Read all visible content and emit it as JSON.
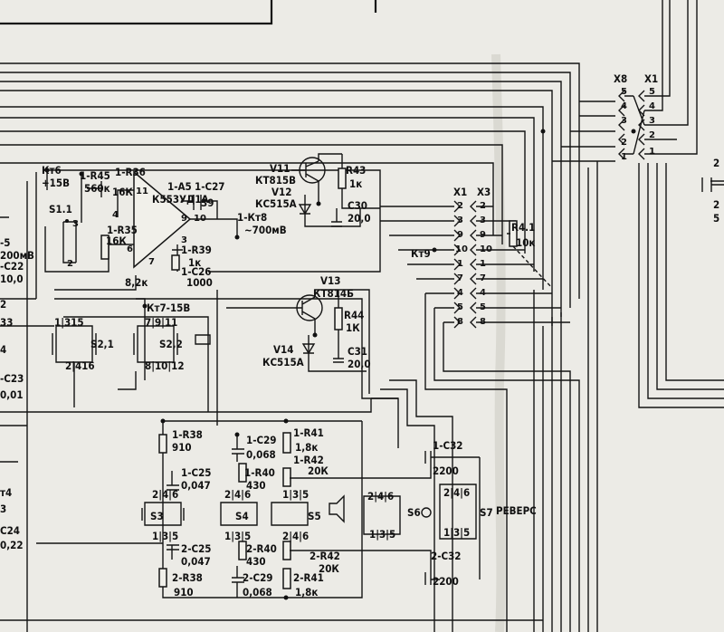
{
  "connectors": {
    "x8": "X8",
    "x1_right": "X1",
    "x1_center": "X1",
    "x3": "X3"
  },
  "pins": {
    "x8": [
      "5",
      "4",
      "3",
      "2",
      "1"
    ],
    "x1r": [
      "5",
      "4",
      "3",
      "2",
      "1"
    ],
    "x1c": [
      "2",
      "3",
      "9",
      "10",
      "1",
      "7",
      "4",
      "5",
      "8"
    ],
    "x3": [
      "2",
      "3",
      "9",
      "10",
      "1",
      "7",
      "4",
      "5",
      "8"
    ],
    "op": [
      "3",
      "4",
      "11",
      "9",
      "10",
      "3",
      "6",
      "7",
      "2"
    ]
  },
  "labels": {
    "kt6": "Кт6",
    "kt6_v": "+15В",
    "r45": "1-R45",
    "r45_val": "560к",
    "r36": "1-R36",
    "r36_val": "16К",
    "a5": "1-А5",
    "a5_part": "К553УД1А",
    "c27": "1-С27",
    "c27_val": "39",
    "s1_1": "S1.1",
    "r35": "1-R35",
    "r35_val": "16К",
    "kt8": "1-Кт8",
    "kt8_v": "~700мВ",
    "r39": "1-R39",
    "r39_val": "1к",
    "c26": "1-С26",
    "c26_val": "1000",
    "r37_val": "8,2к",
    "kt7": "Кт7-15В",
    "v11": "V11",
    "v11_part": "КТ815В",
    "v12": "V12",
    "v12_part": "КС515А",
    "r43": "R43",
    "r43_val": "1к",
    "c30": "С30",
    "c30_val": "20,0",
    "v13": "V13",
    "v13_part": "КТ814Б",
    "r44": "R44",
    "r44_val": "1К",
    "v14": "V14",
    "v14_part": "КС515А",
    "c31": "С31",
    "c31_val": "20,0",
    "kt9": "Кт9",
    "r41_top": "R4.1",
    "r41_top_val": "10к",
    "s2a_pins": "1|315",
    "s2_1": "S2,1",
    "s2b_pins": "2|416",
    "s2c_pins": "7|9|11",
    "s2_2": "S2,2",
    "s2d_pins": "8|10|12",
    "r38a": "1-R38",
    "r38a_val": "910",
    "c29a": "1-С29",
    "c29a_val": "0,068",
    "r41a": "1-R41",
    "r41a_val": "1,8к",
    "r42a": "1-R42",
    "r42a_val": "20К",
    "c25a": "1-С25",
    "c25a_val": "0,047",
    "r40a": "1-R40",
    "r40a_val": "430",
    "s3_pins": "2|4|6",
    "s4_pins": "2|4|6",
    "s5_pins": "1|3|5",
    "s3": "S3",
    "s4": "S4",
    "s5": "S5",
    "s3_pins_b": "1|3|5",
    "s4_pins_b": "1|3|5",
    "s5_pins_b": "2|4|6",
    "c25b": "2-С25",
    "c25b_val": "0,047",
    "r40b": "2-R40",
    "r40b_val": "430",
    "r42b": "2-R42",
    "r42b_val": "20К",
    "r38b": "2-R38",
    "r38b_val": "910",
    "c29b": "2-С29",
    "c29b_val": "0,068",
    "r41b": "2-R41",
    "r41b_val": "1,8к",
    "c32a": "1-С32",
    "c32a_val": "2200",
    "c32b": "2-С32",
    "c32b_val": "2200",
    "s6_pins": "2|4|6",
    "s6": "S6",
    "s6_pins_b": "1|3|5",
    "s7_pins": "2|4|6",
    "s7": "S7",
    "s7_pins_b": "1|3|5",
    "revers": "РЕВЕРС"
  },
  "edge": {
    "l1": "-5",
    "l2": "200мВ",
    "l3": "-С22",
    "l4": "10,0",
    "l5": "2",
    "l6": "33",
    "l7": "4",
    "l8": "-С23",
    "l9": "0,01",
    "l10": "т4",
    "l11": "3",
    "l12": "С24",
    "l13": "0,22",
    "r1": "2",
    "r2": "2",
    "r3": "5"
  }
}
